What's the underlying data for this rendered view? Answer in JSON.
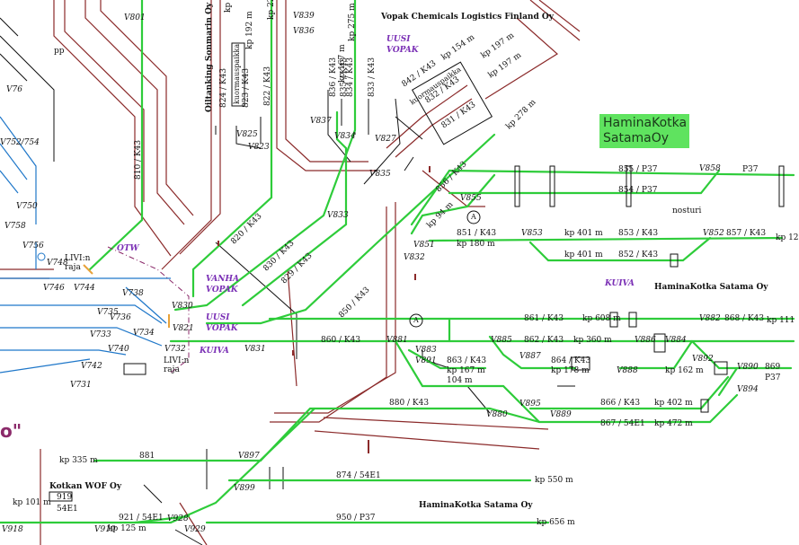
{
  "legend": {
    "line1": "HaminaKotka",
    "line2": "SatamaOy"
  },
  "companies": {
    "vopak": "Vopak Chemicals Logistics Finland Oy",
    "oiltanking": "Oiltanking Sonmarin Oy",
    "hk_satama_1": "HaminaKotka Satama Oy",
    "hk_satama_2": "HaminaKotka Satama Oy",
    "kotkan_wof": "Kotkan WOF Oy"
  },
  "areas": {
    "uusi_vopak_top_1": "UUSI",
    "uusi_vopak_top_2": "VOPAK",
    "vanha_vopak_1": "VANHA",
    "vanha_vopak_2": "VOPAK",
    "uusi_vopak_mid_1": "UUSI",
    "uusi_vopak_mid_2": "VOPAK",
    "kuiva_left": "KUIVA",
    "kuiva_right": "KUIVA",
    "otw": "OTW"
  },
  "track_labels": [
    "855 / P37",
    "854 / P37",
    "P37",
    "851 / K43",
    "853 / K43",
    "857 / K43",
    "852 / K43",
    "861 / K43",
    "868 / K43",
    "862 / K43",
    "863 / K43",
    "864 / K43",
    "869",
    "P37",
    "880 / K43",
    "866 / K43",
    "867 / 54E1",
    "860 / K43",
    "850 / K43",
    "830 / K43",
    "829 / K43",
    "820 / K43",
    "810 / K43",
    "856 / K43",
    "881",
    "874 / 54E1",
    "950 / P37",
    "921 / 54E1",
    "919",
    "54E1",
    "824 / K43",
    "823 / K43",
    "822 / K43",
    "836 / K43",
    "835 / K43",
    "834 / K43",
    "833 / K43",
    "831 / K43",
    "832 / K43",
    "842 / K43"
  ],
  "kp_labels": [
    "kp 180 m",
    "kp 401 m",
    "kp 401 m",
    "kp 12",
    "kp 608 m",
    "kp 111",
    "kp 360 m",
    "kp 167 m",
    "104 m",
    "kp 178 m",
    "kp 162 m",
    "kp 402 m",
    "kp 472 m",
    "kp 335 m",
    "kp 550 m",
    "kp 656 m",
    "kp 101 m",
    "kp 125 m",
    "kp 94 m",
    "kp 278 m",
    "kp 154 m",
    "kp 197 m",
    "kp 197 m",
    "kp 192 m",
    "kp 275 m",
    "kp 225",
    "kp 167 m",
    "kp"
  ],
  "signals": [
    "V801",
    "V839",
    "V836",
    "V837",
    "V834",
    "V827",
    "V835",
    "V825",
    "V823",
    "V833",
    "V853",
    "V851",
    "V832",
    "V855",
    "V858",
    "V852",
    "V830",
    "V821",
    "V831",
    "V881",
    "V883",
    "V885",
    "V887",
    "V886",
    "V884",
    "V882",
    "V891",
    "V888",
    "V892",
    "V890",
    "V894",
    "V895",
    "V889",
    "V880",
    "V897",
    "V899",
    "V928",
    "V929",
    "V919",
    "V918",
    "V738",
    "V736",
    "V735",
    "V734",
    "V733",
    "V740",
    "V742",
    "V732",
    "V731",
    "V744",
    "V746",
    "V748",
    "V750",
    "V752/754",
    "V756",
    "V758",
    "V76",
    "V744"
  ],
  "misc": {
    "livi_1a": "LIVI:n",
    "livi_1b": "raja",
    "livi_2a": "LIVI:n",
    "livi_2b": "raja",
    "nosturi": "nosturi",
    "pp": "pp",
    "kuormauspaikka_1": "kuormauspaikka",
    "kuormauspaikka_2": "kuormauspaikka",
    "a1": "A",
    "a2": "A",
    "quote": "o\""
  },
  "colors": {
    "track": "#2ecc3a",
    "road": "#8b2a2a",
    "blue": "#1f77c9",
    "black": "#111111"
  }
}
